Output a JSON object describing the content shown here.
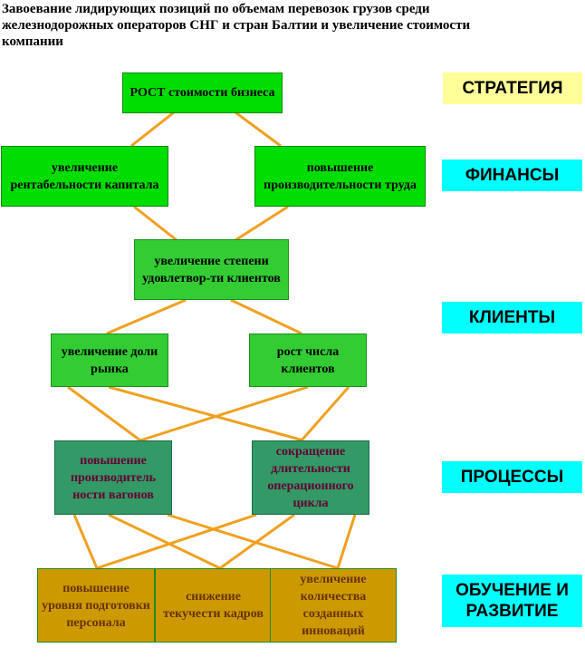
{
  "title": "Завоевание лидирующих позиций по объемам перевозок грузов среди железнодорожных операторов СНГ и стран Балтии и увеличение стоимости компании",
  "levels": {
    "strategy": "СТРАТЕГИЯ",
    "finance": "ФИНАНСЫ",
    "clients": "КЛИЕНТЫ",
    "processes": "ПРОЦЕССЫ",
    "learning": "ОБУЧЕНИЕ И РАЗВИТИЕ"
  },
  "nodes": {
    "business_value": "РОСТ стоимости бизнеса",
    "capital_return": "увеличение рентабельности капитала",
    "labor_productivity": "повышение производительности труда",
    "client_satisfaction": "увеличение степени удовлетвор-ти клиентов",
    "market_share": "увеличение доли рынка",
    "client_growth": "рост числа клиентов",
    "wagon_productivity": "повышение производитель ности вагонов",
    "cycle_reduction": "сокращение длительности операционного цикла",
    "staff_training": "повышение уровня подготовки персонала",
    "turnover_reduction": "снижение текучести кадров",
    "innovations": "увеличение количества созданных инноваций"
  },
  "colors": {
    "connector": "#f0a020",
    "strategy_finance": "#00dd00",
    "clients": "#33cc33",
    "processes": "#339966",
    "learning": "#cc9900",
    "label_strategy": "#ffff99",
    "label_other": "#00ffff"
  }
}
